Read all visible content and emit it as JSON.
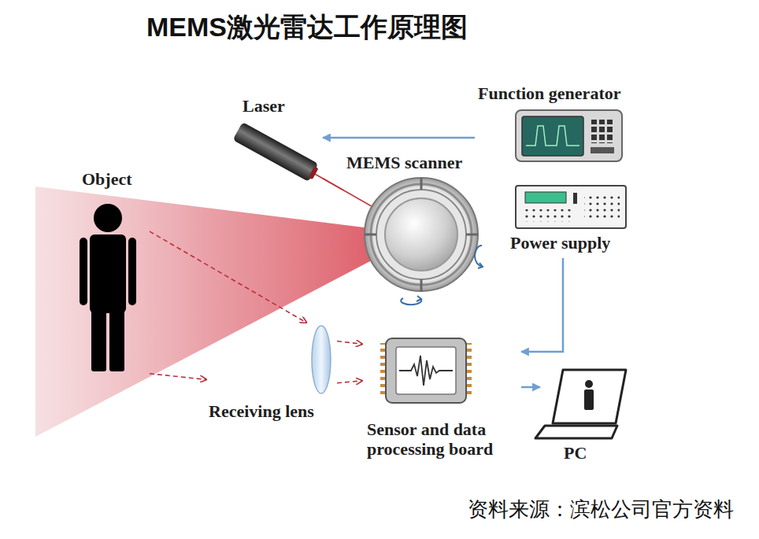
{
  "diagram": {
    "title": "MEMS激光雷达工作原理图",
    "caption": "资料来源：滨松公司官方资料",
    "nodes": [
      {
        "text": [
          "Laser"
        ]
      },
      {
        "text": [
          "Function generator"
        ]
      },
      {
        "text": [
          "Object"
        ]
      },
      {
        "text": [
          "MEMS scanner"
        ]
      },
      {
        "text": [
          "Power supply"
        ]
      },
      {
        "text": [
          "Receiving lens"
        ]
      },
      {
        "text": [
          "Sensor and data processing board"
        ]
      },
      {
        "text": [
          "PC"
        ]
      }
    ],
    "edges": [
      {
        "from": 1,
        "to": 0,
        "arrow": "to"
      },
      {
        "from": 0,
        "to": 3,
        "arrow": "none"
      },
      {
        "from": 2,
        "to": 5,
        "arrow": "to"
      },
      {
        "from": 2,
        "to": 5,
        "arrow": "to"
      },
      {
        "from": 5,
        "to": 6,
        "arrow": "to"
      },
      {
        "from": 5,
        "to": 6,
        "arrow": "to"
      },
      {
        "from": 4,
        "to": 6,
        "arrow": "to"
      },
      {
        "from": 6,
        "to": 7,
        "arrow": "to"
      }
    ]
  }
}
